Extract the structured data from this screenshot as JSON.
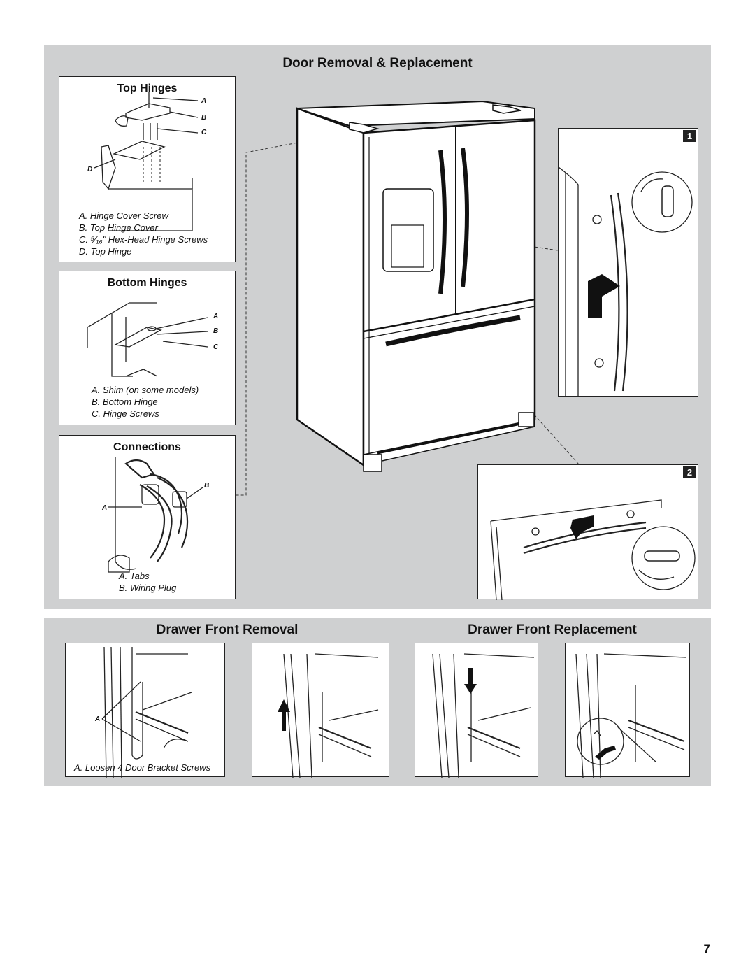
{
  "door_section": {
    "title": "Door Removal & Replacement",
    "top_hinges": {
      "title": "Top Hinges",
      "callouts": [
        "A",
        "B",
        "C",
        "D"
      ],
      "legend": [
        "A. Hinge Cover Screw",
        "B. Top Hinge Cover",
        "C. ⁵⁄₁₆\" Hex-Head Hinge Screws",
        "D. Top Hinge"
      ]
    },
    "bottom_hinges": {
      "title": "Bottom Hinges",
      "callouts": [
        "A",
        "B",
        "C"
      ],
      "legend": [
        "A. Shim (on some models)",
        "B. Bottom Hinge",
        "C. Hinge Screws"
      ]
    },
    "connections": {
      "title": "Connections",
      "callouts": [
        "B",
        "A"
      ],
      "legend": [
        "A. Tabs",
        "B. Wiring Plug"
      ]
    },
    "step_numbers": [
      "1",
      "2"
    ]
  },
  "drawer_section": {
    "removal_title": "Drawer Front Removal",
    "replacement_title": "Drawer Front Replacement",
    "callout": "A",
    "caption": "A. Loosen 4 Door Bracket Screws"
  },
  "page_number": "7"
}
